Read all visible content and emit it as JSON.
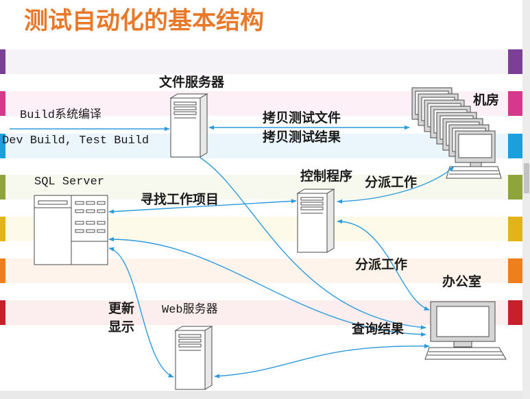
{
  "title": "测试自动化的基本结构",
  "colors": {
    "title": "#E8782A",
    "arrow": "#2C9ADB",
    "stripes": [
      {
        "tab": "#7B3F98",
        "band": "#F5F3F8"
      },
      {
        "tab": "#D6398C",
        "band": "#FDF0F6"
      },
      {
        "tab": "#1BA0DC",
        "band": "#EAF5FC"
      },
      {
        "tab": "#8FA43A",
        "band": "#F7F9EE"
      },
      {
        "tab": "#E3B41A",
        "band": "#FEFAEA"
      },
      {
        "tab": "#EE7F1C",
        "band": "#FEF4EB"
      },
      {
        "tab": "#C8202B",
        "band": "#FCEEEF"
      }
    ]
  },
  "nodes": {
    "file_server": {
      "label": "文件服务器",
      "icon": "server-icon"
    },
    "machine_room": {
      "label": "机房",
      "icon": "monitor-stack-icon"
    },
    "sql_server": {
      "label": "SQL Server",
      "icon": "database-server-icon"
    },
    "control_program": {
      "label": "控制程序",
      "icon": "server-icon"
    },
    "office": {
      "label": "办公室",
      "icon": "computer-icon"
    },
    "web_server": {
      "label": "Web服务器",
      "icon": "server-icon"
    }
  },
  "edges": {
    "build": {
      "label": "Build系统编译",
      "sublabel": "Dev Build, Test Build"
    },
    "copy": {
      "label_top": "拷贝测试文件",
      "label_bottom": "拷贝测试结果"
    },
    "find_work": {
      "label": "寻找工作项目"
    },
    "dispatch_room": {
      "label": "分派工作"
    },
    "dispatch_office": {
      "label": "分派工作"
    },
    "update_display": {
      "label": "更新显示"
    },
    "query_results": {
      "label": "查询结果"
    }
  }
}
